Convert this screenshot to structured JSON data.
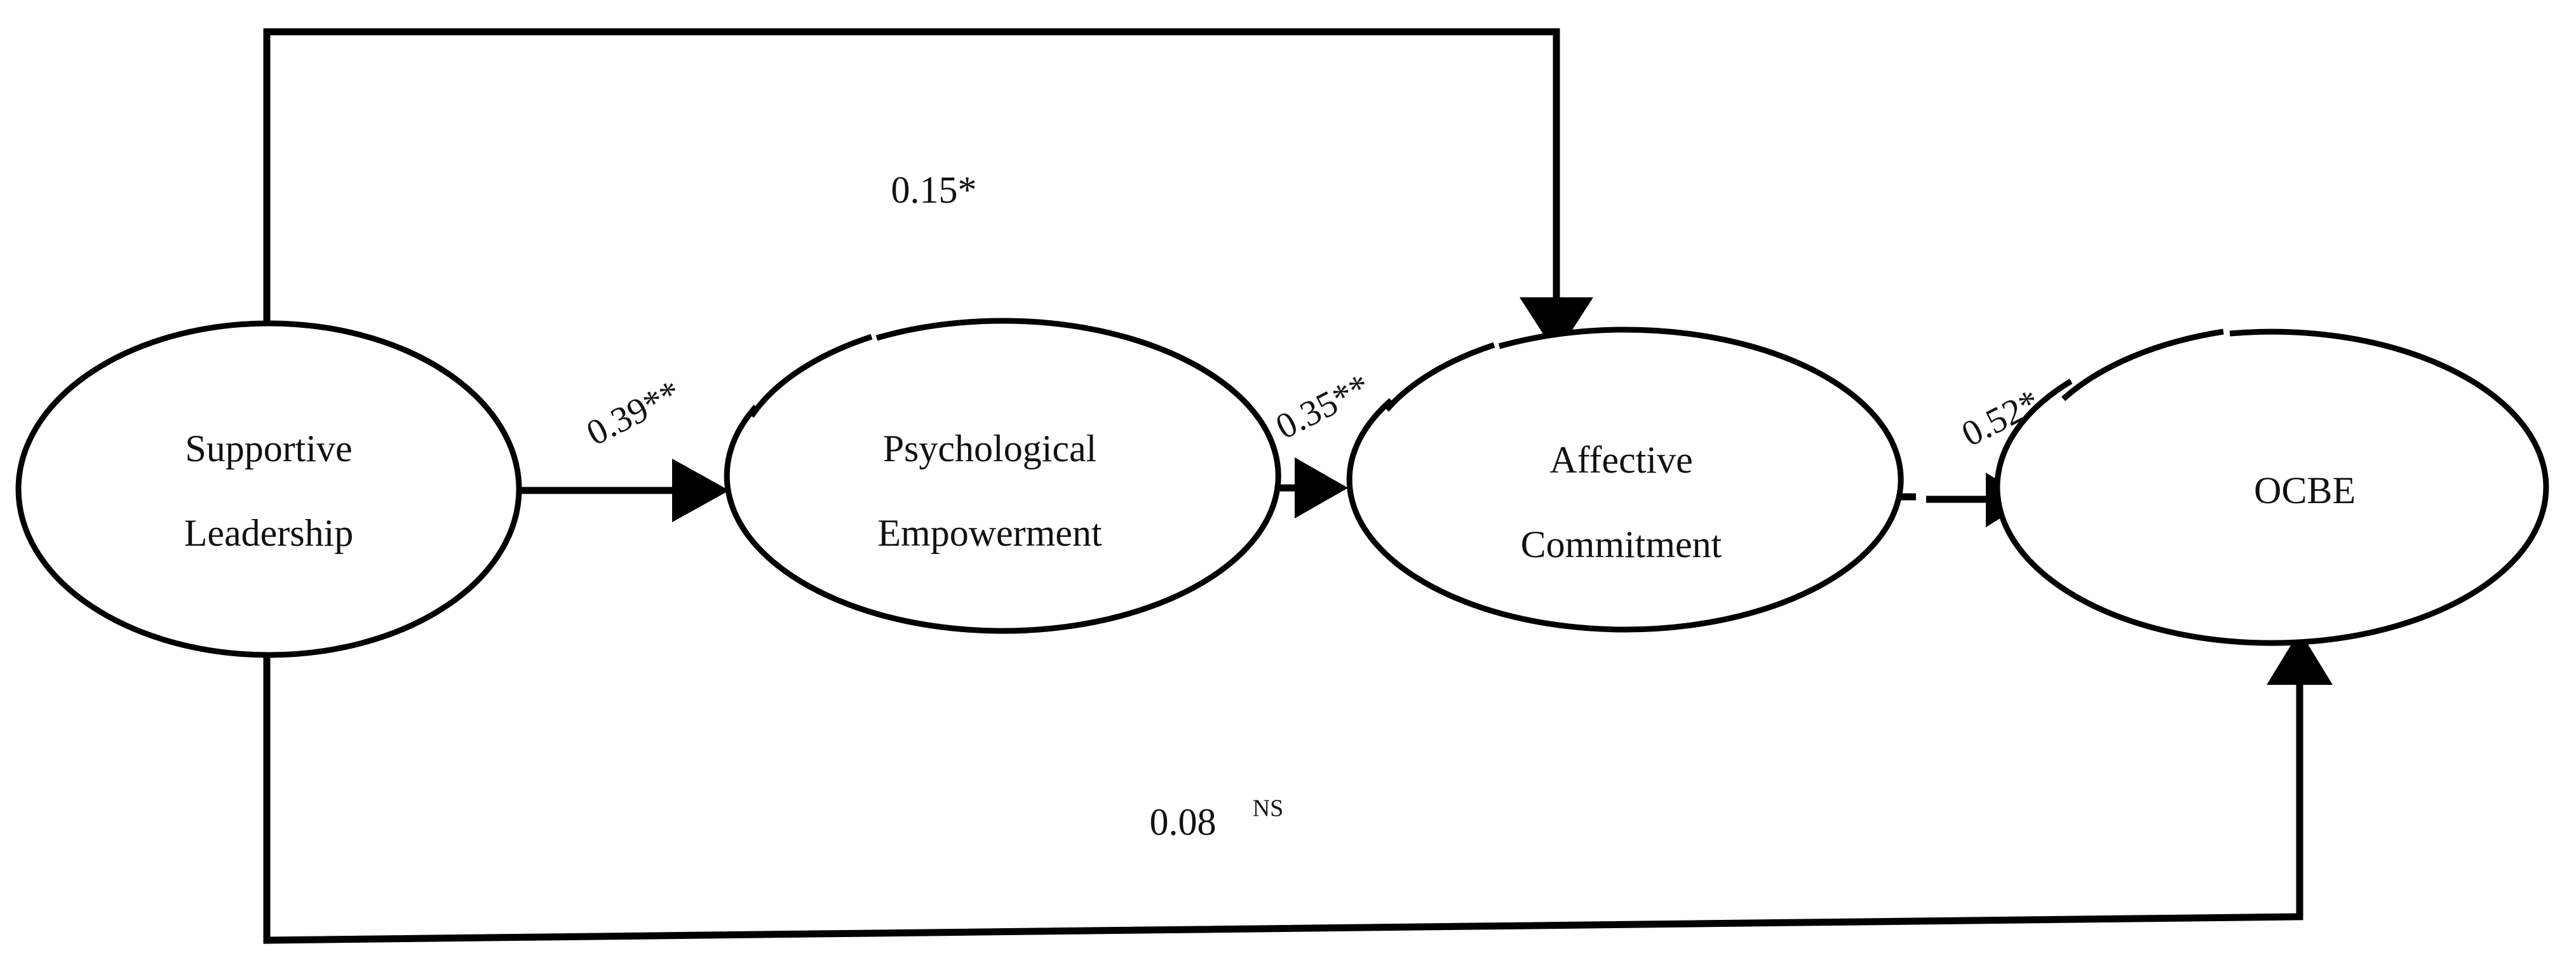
{
  "diagram": {
    "type": "structural-equation-path-model",
    "background_color": "#ffffff",
    "stroke_color": "#000000",
    "nodes": [
      {
        "id": "supportive-leadership",
        "line1": "Supportive",
        "line2": "Leadership"
      },
      {
        "id": "psychological-empowerment",
        "line1": "Psychological",
        "line2": "Empowerment"
      },
      {
        "id": "affective-commitment",
        "line1": "Affective",
        "line2": "Commitment"
      },
      {
        "id": "ocbe",
        "line1": "OCBE",
        "line2": ""
      }
    ],
    "edges": [
      {
        "id": "sl-to-pe",
        "label": "0.39**",
        "from": "supportive-leadership",
        "to": "psychological-empowerment",
        "coefficient": "0.39",
        "significance": "**",
        "orientation": "rotated"
      },
      {
        "id": "pe-to-ac",
        "label": "0.35**",
        "from": "psychological-empowerment",
        "to": "affective-commitment",
        "coefficient": "0.35",
        "significance": "**",
        "orientation": "rotated"
      },
      {
        "id": "ac-to-ocbe",
        "label": "0.52*",
        "from": "affective-commitment",
        "to": "ocbe",
        "coefficient": "0.52",
        "significance": "*",
        "orientation": "rotated"
      },
      {
        "id": "sl-to-ac-top",
        "label": "0.15*",
        "from": "supportive-leadership",
        "to": "affective-commitment",
        "coefficient": "0.15",
        "significance": "*",
        "orientation": "horizontal"
      },
      {
        "id": "sl-to-ocbe-bottom",
        "label_value": "0.08",
        "label_superscript": "NS",
        "from": "supportive-leadership",
        "to": "ocbe",
        "coefficient": "0.08",
        "significance": "NS",
        "orientation": "horizontal"
      }
    ]
  },
  "chart_data": {
    "type": "diagram",
    "title": "",
    "categories": [
      "Supportive Leadership",
      "Psychological Empowerment",
      "Affective Commitment",
      "OCBE"
    ],
    "paths": [
      {
        "from": "Supportive Leadership",
        "to": "Psychological Empowerment",
        "value": 0.39,
        "sig": "**"
      },
      {
        "from": "Psychological Empowerment",
        "to": "Affective Commitment",
        "value": 0.35,
        "sig": "**"
      },
      {
        "from": "Affective Commitment",
        "to": "OCBE",
        "value": 0.52,
        "sig": "*"
      },
      {
        "from": "Supportive Leadership",
        "to": "Affective Commitment",
        "value": 0.15,
        "sig": "*"
      },
      {
        "from": "Supportive Leadership",
        "to": "OCBE",
        "value": 0.08,
        "sig": "NS"
      }
    ]
  }
}
